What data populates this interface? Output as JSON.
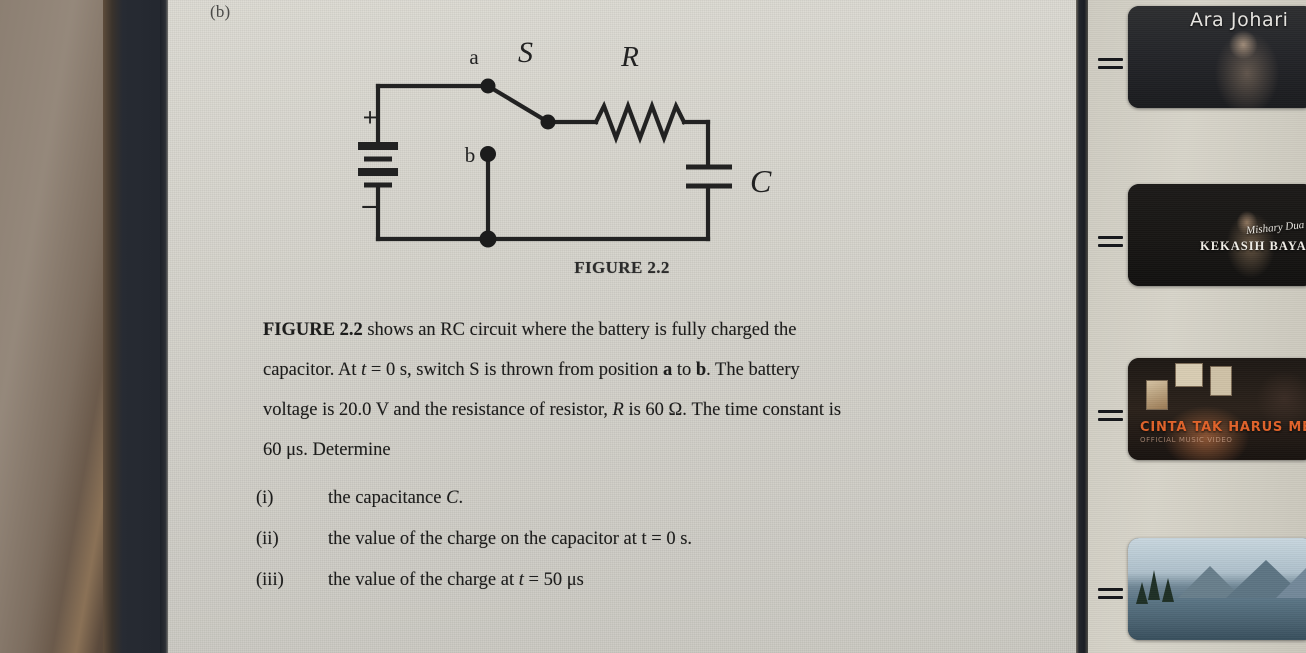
{
  "document": {
    "part_label": "(b)",
    "figure_caption": "FIGURE 2.2",
    "circuit": {
      "battery_label": "battery",
      "plus_sign": "+",
      "minus_sign": "–",
      "node_a": "a",
      "node_b": "b",
      "switch_label": "S",
      "resistor_label": "R",
      "capacitor_label": "C"
    },
    "paragraph": {
      "lead": "FIGURE 2.2",
      "line1_rest": " shows an RC circuit where the battery is fully charged the",
      "line2_a": "capacitor. At ",
      "line2_t": "t",
      "line2_b": " = 0 s, switch S is thrown from position ",
      "line2_a_bold": "a",
      "line2_c": " to ",
      "line2_b_bold": "b",
      "line2_d": ". The battery",
      "line3_a": "voltage is 20.0 V and the resistance of resistor, ",
      "line3_r": "R",
      "line3_b": " is 60 Ω. The time constant is",
      "line4": "60 μs. Determine"
    },
    "values": {
      "battery_voltage": "20.0 V",
      "resistance": "60 Ω",
      "time_constant": "60 μs",
      "switch_time": "0 s",
      "query_time": "50 μs"
    },
    "questions": [
      {
        "num": "(i)",
        "text_a": "the capacitance ",
        "text_italic": "C",
        "text_b": "."
      },
      {
        "num": "(ii)",
        "text_a": "the value of the charge on the capacitor at t = 0 s.",
        "text_italic": "",
        "text_b": ""
      },
      {
        "num": "(iii)",
        "text_a": "the value of the charge at ",
        "text_italic": "t",
        "text_b": " = 50 μs"
      }
    ]
  },
  "sidebar": {
    "playlist": [
      {
        "title": "Ara Johari",
        "caption": "",
        "script": "",
        "subtitle": "",
        "handle_icon": "drag-handle-icon"
      },
      {
        "title": "",
        "caption": "KEKASIH BAYAN",
        "script": "Mishary Dua",
        "subtitle": "",
        "handle_icon": "drag-handle-icon"
      },
      {
        "title": "",
        "caption": "CINTA TAK HARUS MEMILIKI",
        "script": "",
        "subtitle": "OFFICIAL MUSIC VIDEO",
        "handle_icon": "drag-handle-icon"
      },
      {
        "title": "",
        "caption": "",
        "script": "",
        "subtitle": "",
        "handle_icon": "drag-handle-icon"
      }
    ]
  },
  "colors": {
    "page_bg": "#d9d7cf",
    "text": "#1d1d1c",
    "sidebar_bg": "#d3d0c6",
    "thumb_bg": "#14161a",
    "orange_caption": "#e2632a"
  }
}
